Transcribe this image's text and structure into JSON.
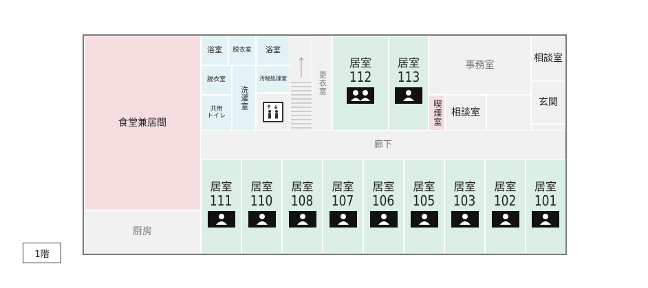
{
  "floor_label": "1階",
  "rooms": {
    "dining": "食堂兼居間",
    "kitchen": "厨房",
    "bath_1": "浴室",
    "changing_1": "脱衣室",
    "bath_2": "浴室",
    "changing_2": "脱衣室",
    "laundry": "洗濯室",
    "shared_toilet_1": "共用",
    "shared_toilet_2": "トイレ",
    "dirty_utility": "汚物処理室",
    "locker": "更衣室",
    "office": "事務室",
    "smoking": "喫煙室",
    "consult_1": "相談室",
    "consult_2": "相談室",
    "entrance": "玄関",
    "corridor": "廊下"
  },
  "resident_label": "居室",
  "resident_rooms_top": [
    {
      "number": "112",
      "occupancy": 2
    },
    {
      "number": "113",
      "occupancy": 1
    }
  ],
  "resident_rooms_bottom": [
    {
      "number": "111",
      "occupancy": 1
    },
    {
      "number": "110",
      "occupancy": 1
    },
    {
      "number": "108",
      "occupancy": 1
    },
    {
      "number": "107",
      "occupancy": 1
    },
    {
      "number": "106",
      "occupancy": 1
    },
    {
      "number": "105",
      "occupancy": 1
    },
    {
      "number": "103",
      "occupancy": 1
    },
    {
      "number": "102",
      "occupancy": 1
    },
    {
      "number": "101",
      "occupancy": 1
    }
  ],
  "icons": {
    "person": "person-icon",
    "elevator": "elevator-icon",
    "stairs": "stairs-icon"
  },
  "colors": {
    "dining": "#f6dde0",
    "resident": "#dcefe4",
    "wet_area": "#e3f3f5",
    "common": "#f1f1f1",
    "occupancy_box": "#111111"
  }
}
